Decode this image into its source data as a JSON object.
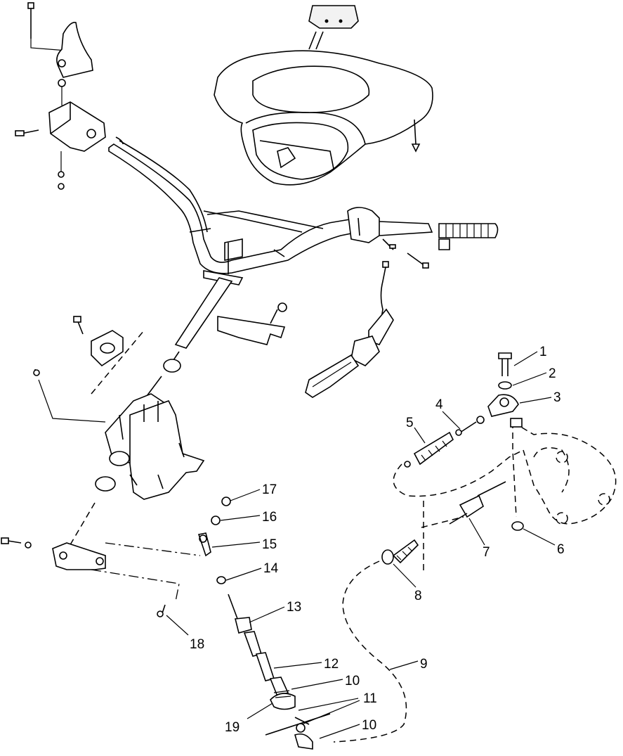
{
  "callouts": [
    {
      "id": "c1",
      "label": "1"
    },
    {
      "id": "c2",
      "label": "2"
    },
    {
      "id": "c3",
      "label": "3"
    },
    {
      "id": "c4",
      "label": "4"
    },
    {
      "id": "c5",
      "label": "5"
    },
    {
      "id": "c6",
      "label": "6"
    },
    {
      "id": "c7",
      "label": "7"
    },
    {
      "id": "c8",
      "label": "8"
    },
    {
      "id": "c9",
      "label": "9"
    },
    {
      "id": "c10a",
      "label": "10"
    },
    {
      "id": "c10b",
      "label": "10"
    },
    {
      "id": "c11",
      "label": "11"
    },
    {
      "id": "c12",
      "label": "12"
    },
    {
      "id": "c13",
      "label": "13"
    },
    {
      "id": "c14",
      "label": "14"
    },
    {
      "id": "c15",
      "label": "15"
    },
    {
      "id": "c16",
      "label": "16"
    },
    {
      "id": "c17",
      "label": "17"
    },
    {
      "id": "c18",
      "label": "18"
    },
    {
      "id": "c19",
      "label": "19"
    }
  ]
}
